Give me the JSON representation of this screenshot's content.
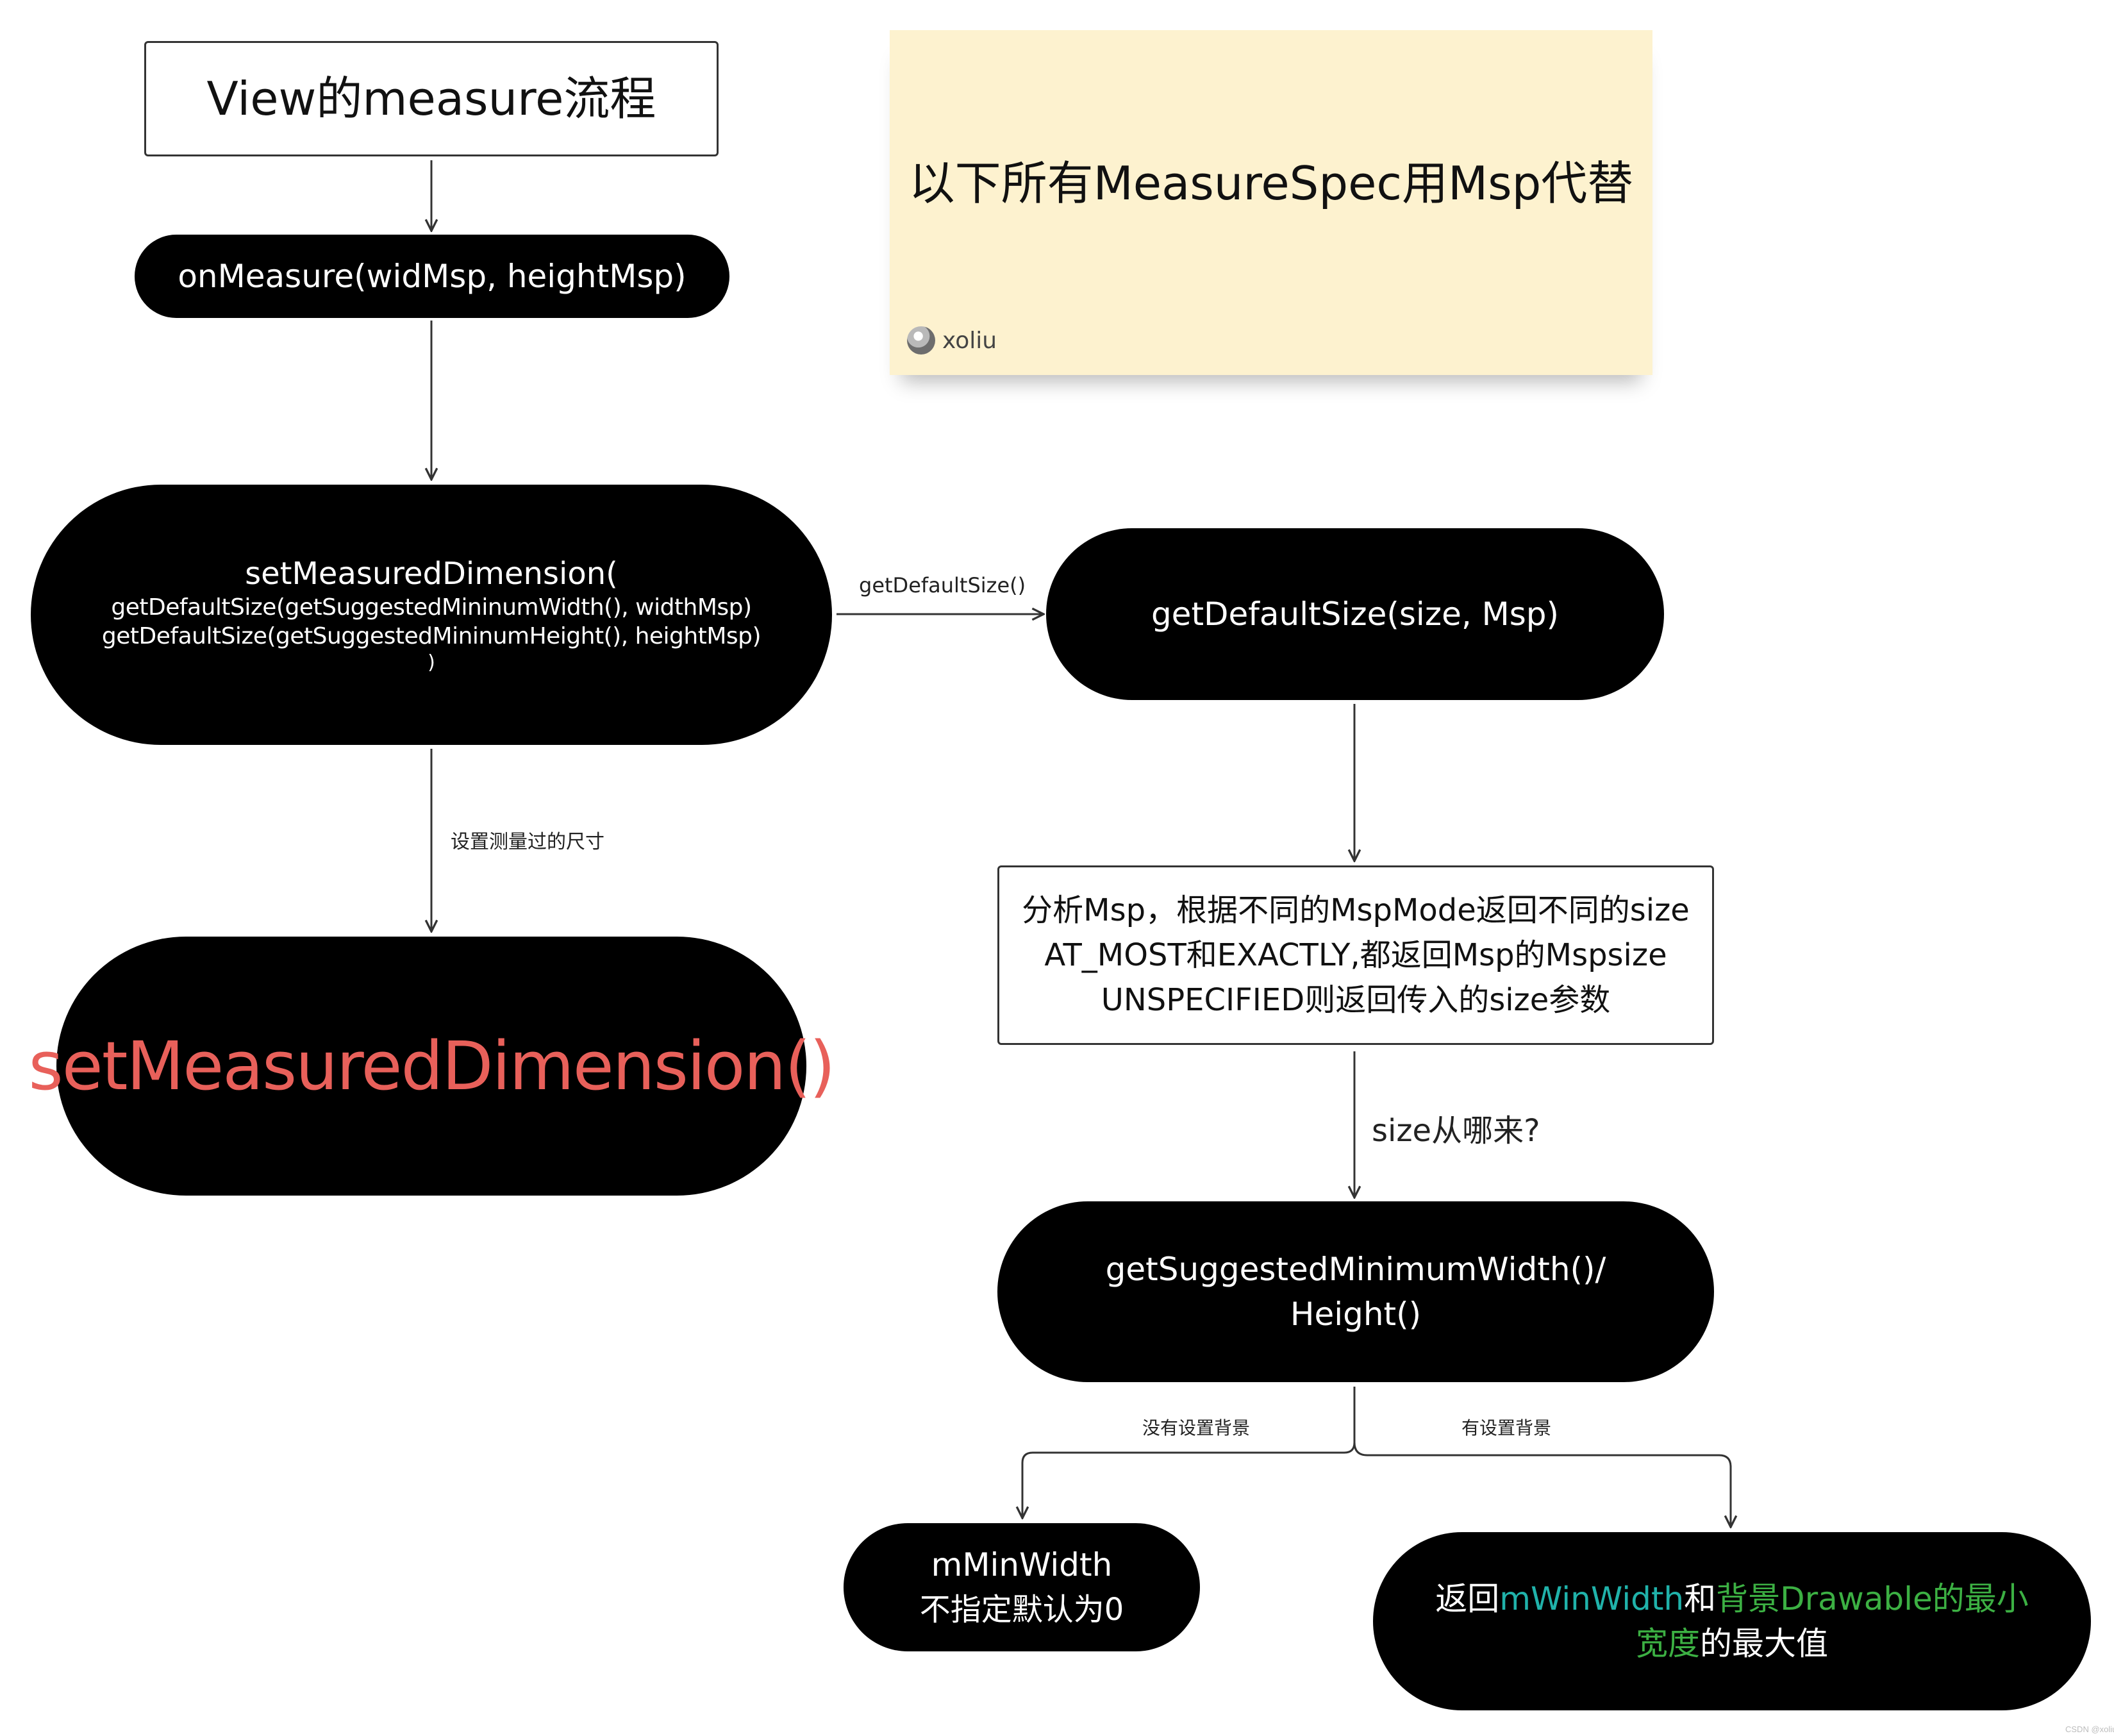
{
  "title": "View的measure流程",
  "note": {
    "text": "以下所有MeasureSpec用Msp代替",
    "author": "xoliu",
    "color": "#fdf2cf"
  },
  "nodes": {
    "on_measure": "onMeasure(widMsp, heightMsp)",
    "set_measured_call": {
      "line1": "setMeasuredDimension(",
      "line2": "getDefaultSize(getSuggestedMininumWidth(), widthMsp)",
      "line3": "getDefaultSize(getSuggestedMininumHeight(), heightMsp)",
      "line4": ")"
    },
    "set_measured_result": {
      "text": "setMeasuredDimension()",
      "color": "#e8605a"
    },
    "get_default_size": "getDefaultSize(size, Msp)",
    "analyze_msp": {
      "line1": "分析Msp，根据不同的MspMode返回不同的size",
      "line2": "AT_MOST和EXACTLY,都返回Msp的Mspsize",
      "line3": "UNSPECIFIED则返回传入的size参数"
    },
    "get_suggested": {
      "line1": "getSuggestedMinimumWidth()/",
      "line2": "Height()"
    },
    "min_width": {
      "line1": "mMinWidth",
      "line2": "不指定默认为0"
    },
    "max_width": {
      "part1": "返回",
      "part2": "mWinWidth",
      "part3": "和",
      "part4": "背景Drawable的最小",
      "part5": "宽度",
      "part6": "的最大值",
      "color_teal": "#20b2aa",
      "color_green": "#3cb043"
    }
  },
  "edge_labels": {
    "get_default_size_call": "getDefaultSize()",
    "set_measured_size": "设置测量过的尺寸",
    "size_source": "size从哪来?",
    "no_background": "没有设置背景",
    "has_background": "有设置背景"
  },
  "watermark": "CSDN @xoliu"
}
